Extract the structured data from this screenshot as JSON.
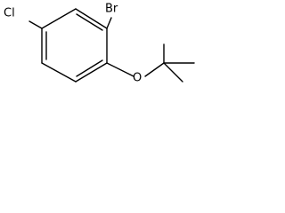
{
  "molecule": {
    "atoms": {
      "chlorine": "Cl",
      "bromine": "Br",
      "oxygen": "O"
    }
  }
}
